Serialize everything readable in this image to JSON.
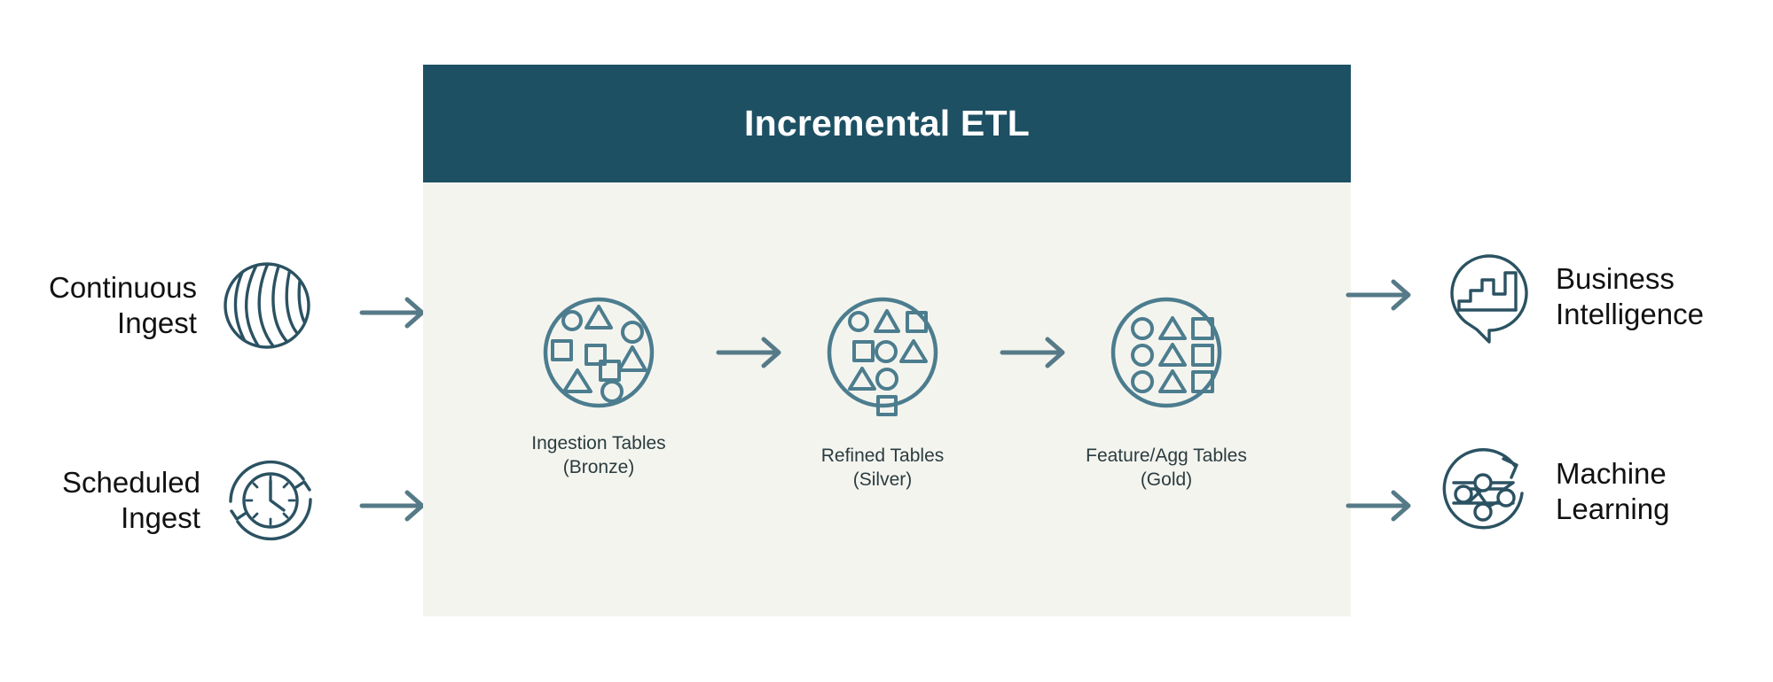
{
  "diagram": {
    "title": "Incremental ETL",
    "colors": {
      "header_bg": "#1d5063",
      "panel_bg": "#f4f4ef",
      "icon_stroke": "#4c7d8e",
      "side_icon_stroke": "#2b5262",
      "arrow": "#567a87",
      "label_text": "#2a3c3f",
      "side_text": "#111111",
      "title_text": "#ffffff"
    },
    "header": {
      "title": "Incremental ETL"
    },
    "sources": [
      {
        "key": "continuous",
        "label": "Continuous\nIngest",
        "icon": "continuous-stream-icon"
      },
      {
        "key": "scheduled",
        "label": "Scheduled\nIngest",
        "icon": "clock-refresh-icon"
      }
    ],
    "stages": [
      {
        "key": "bronze",
        "label": "Ingestion Tables\n(Bronze)",
        "icon": "scattered-shapes-circle-icon"
      },
      {
        "key": "silver",
        "label": "Refined Tables\n(Silver)",
        "icon": "semi-ordered-shapes-circle-icon"
      },
      {
        "key": "gold",
        "label": "Feature/Agg Tables\n(Gold)",
        "icon": "grid-shapes-circle-icon"
      }
    ],
    "consumers": [
      {
        "key": "bi",
        "label": "Business\nIntelligence",
        "icon": "speech-bubble-bar-chart-icon"
      },
      {
        "key": "ml",
        "label": "Machine\nLearning",
        "icon": "neural-network-refresh-icon"
      }
    ],
    "arrows": [
      {
        "key": "continuous-in",
        "from": "continuous",
        "to": "bronze"
      },
      {
        "key": "scheduled-in",
        "from": "scheduled",
        "to": "bronze"
      },
      {
        "key": "bronze-silver",
        "from": "bronze",
        "to": "silver"
      },
      {
        "key": "silver-gold",
        "from": "silver",
        "to": "gold"
      },
      {
        "key": "out-bi",
        "from": "gold",
        "to": "bi"
      },
      {
        "key": "out-ml",
        "from": "gold",
        "to": "ml"
      }
    ]
  }
}
